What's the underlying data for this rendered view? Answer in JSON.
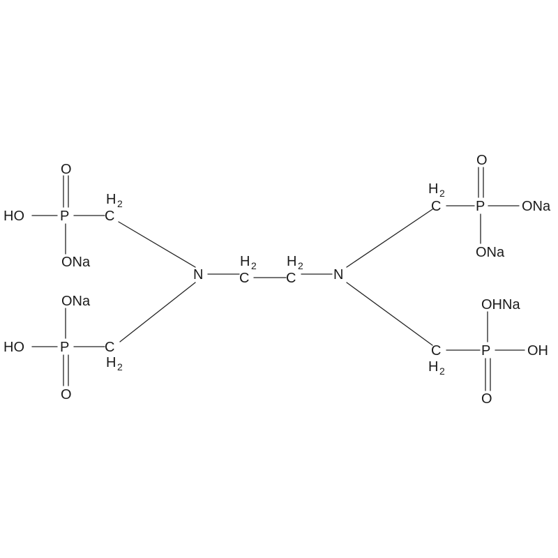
{
  "labels": {
    "n_left": "N",
    "n_right": "N",
    "c_bridge_left": "C",
    "c_bridge_right": "C",
    "h2": "H",
    "h2_sub": "2",
    "c": "C",
    "p": "P",
    "o": "O",
    "ho": "HO",
    "oh": "OH",
    "ona": "ONa",
    "ohna": "OHNa"
  }
}
